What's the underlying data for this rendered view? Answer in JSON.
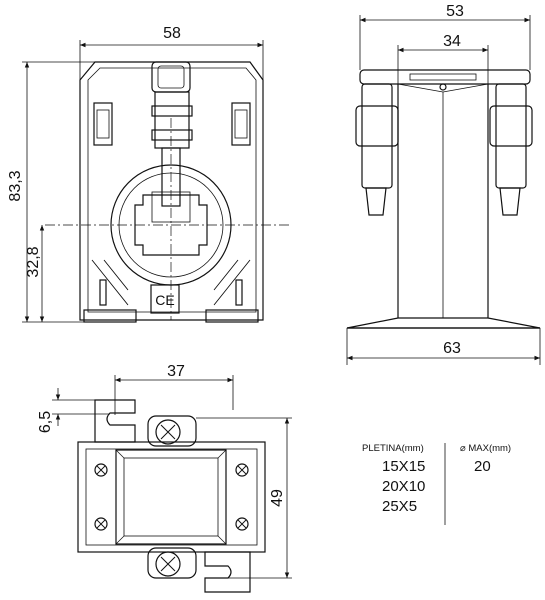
{
  "dimensions": {
    "front_width": "58",
    "front_height": "83,3",
    "front_center_height": "32,8",
    "side_width": "53",
    "side_inner_width": "34",
    "side_base_width": "63",
    "bottom_width": "37",
    "bottom_offset": "6,5",
    "bottom_height": "49"
  },
  "table": {
    "col1_header": "PLETINA(mm)",
    "col2_header": "⌀ MAX(mm)",
    "rows": [
      "15X15",
      "20X10",
      "25X5"
    ],
    "max_value": "20"
  },
  "marks": {
    "ce": "CE"
  }
}
